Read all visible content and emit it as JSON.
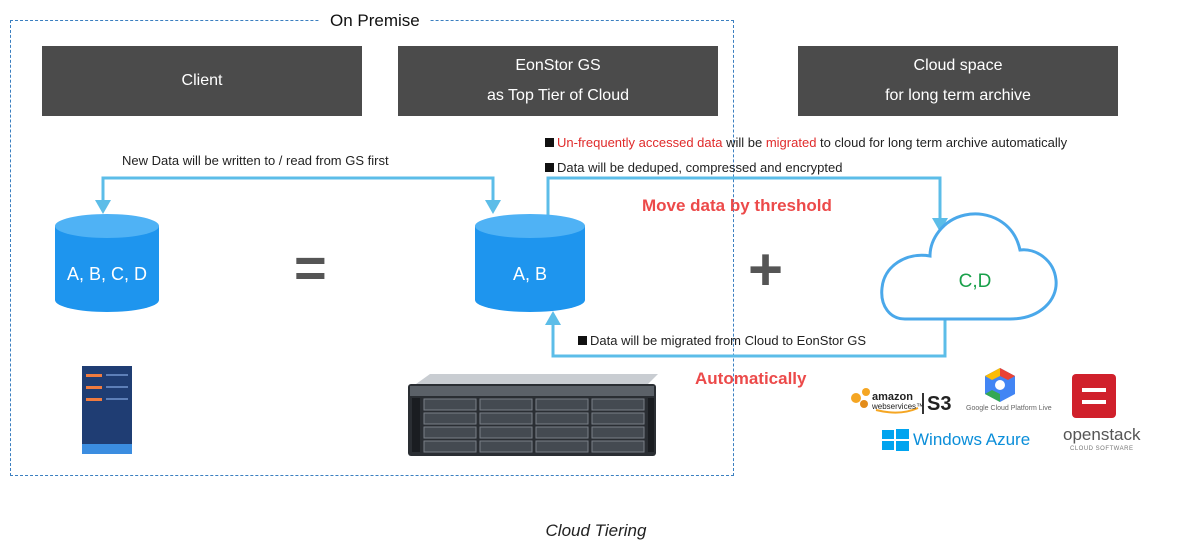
{
  "section_label": "On Premise",
  "headers": {
    "client": {
      "line1": "Client"
    },
    "eonstor": {
      "line1": "EonStor GS",
      "line2": "as Top Tier of Cloud"
    },
    "cloud": {
      "line1": "Cloud space",
      "line2": "for long term archive"
    }
  },
  "flow_note": "New Data will be written to / read from GS first",
  "migrate_note": {
    "part1": "Un-frequently accessed data",
    "part2": " will be ",
    "part3": "migrated",
    "part4": " to cloud for long term archive automatically"
  },
  "dedupe_note": "Data will be deduped, compressed and encrypted",
  "move_label": "Move data by threshold",
  "return_note": "Data will be migrated from Cloud to EonStor GS",
  "auto_label": "Automatically",
  "storage": {
    "client_data": "A, B, C, D",
    "eonstor_data": "A, B",
    "cloud_data": "C,D",
    "equals": "=",
    "plus": "+"
  },
  "logos": {
    "amazon": {
      "top": "amazon",
      "bottom": "webservices™",
      "s3": "S3"
    },
    "google": "Google Cloud Platform Live",
    "azure": "Windows Azure",
    "openstack": {
      "name": "openstack",
      "sub": "CLOUD SOFTWARE"
    }
  },
  "caption": "Cloud Tiering",
  "colors": {
    "blue": "#2d9cf0",
    "arrow": "#5cbde8",
    "header": "#4b4b4b",
    "red": "#e02b2b",
    "green": "#19a04a"
  }
}
